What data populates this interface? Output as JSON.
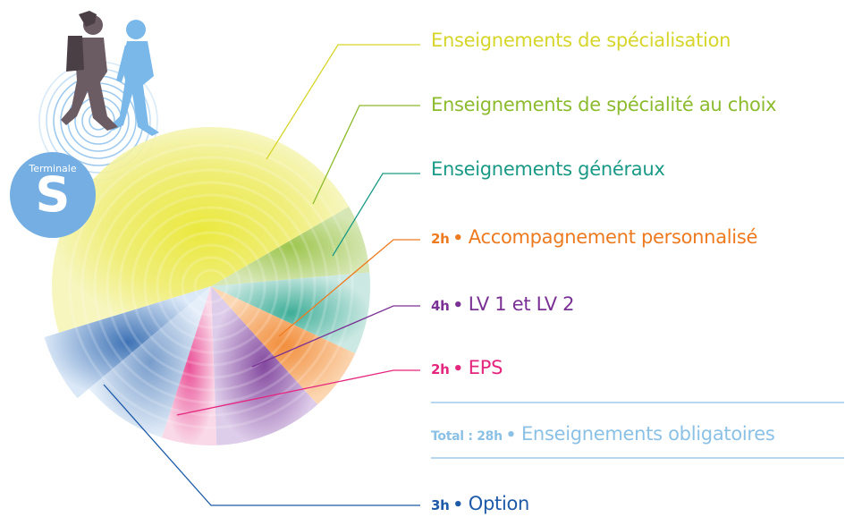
{
  "legend": [
    {
      "hours": "",
      "label": "Enseignements de spécialisation",
      "color": "#d6d52a"
    },
    {
      "hours": "",
      "label": "Enseignements de spécialité au choix",
      "color": "#8cbb2e"
    },
    {
      "hours": "",
      "label": "Enseignements généraux",
      "color": "#1a9a86"
    },
    {
      "hours": "2h",
      "label": "Accompagnement personnalisé",
      "color": "#ee7a1f"
    },
    {
      "hours": "4h",
      "label": "LV 1 et LV 2",
      "color": "#7a3194"
    },
    {
      "hours": "2h",
      "label": "EPS",
      "color": "#e5267e"
    },
    {
      "hours": "Total : 28h",
      "label": "Enseignements obligatoires",
      "color": "#8cc1e6"
    },
    {
      "hours": "3h",
      "label": "Option",
      "color": "#1d5aa8"
    }
  ],
  "badge": {
    "level": "Terminale",
    "series": "S",
    "color": "#74aee3"
  },
  "colors": {
    "spec": "#f0ee7c",
    "choix": "#a9cf63",
    "gen": "#2aa890",
    "ap": "#f4a050",
    "lv": "#8a4aa8",
    "eps": "#ef5aa0",
    "opt": "#2f6fc0"
  },
  "icons": [
    "students-walking-icon",
    "concentric-ripple-icon"
  ]
}
